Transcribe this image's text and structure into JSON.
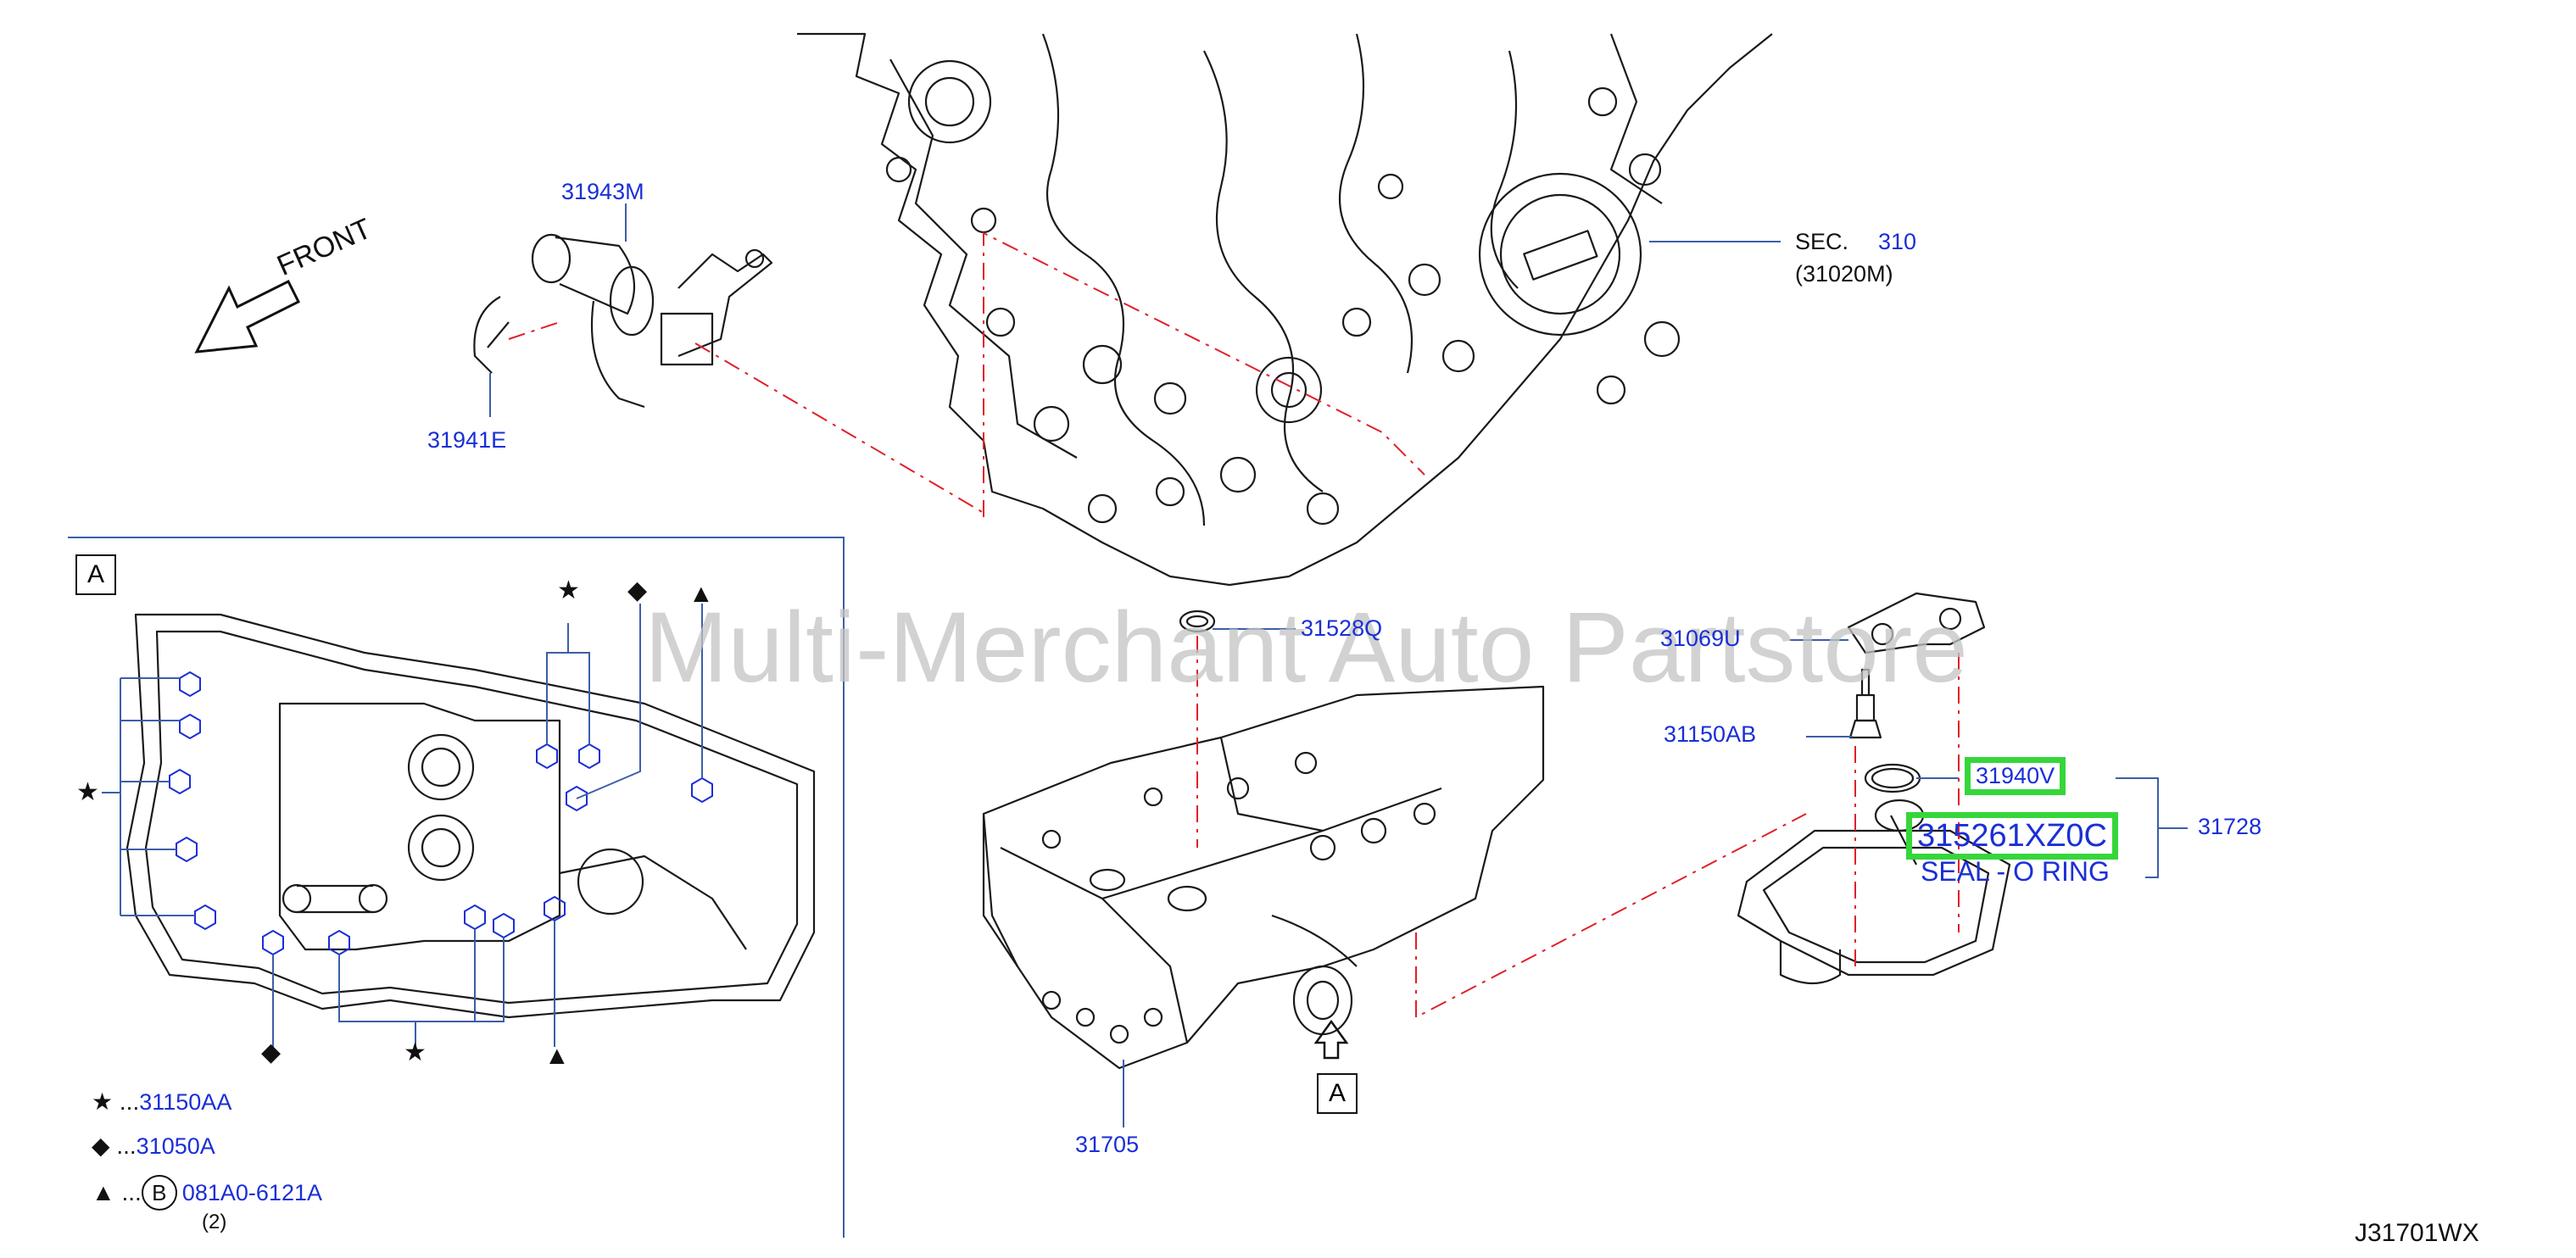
{
  "diagram_code": "J31701WX",
  "watermark": "Multi-Merchant Auto Partstore",
  "front_label": "FRONT",
  "section": {
    "prefix": "SEC.",
    "number": "310",
    "sub": "(31020M)"
  },
  "callouts": {
    "p31943M": "31943M",
    "p31941E": "31941E",
    "p31528Q": "31528Q",
    "p31069U": "31069U",
    "p31150AB": "31150AB",
    "p31940V": "31940V",
    "p315261XZ0C": "315261XZ0C",
    "seal_desc": "SEAL - O RING",
    "p31728": "31728",
    "p31705": "31705"
  },
  "view_a_label": "A",
  "view_arrow_label": "A",
  "legend": [
    {
      "symbol": "★",
      "part": "31150AA"
    },
    {
      "symbol": "◆",
      "part": "31050A"
    },
    {
      "symbol": "▲",
      "circle": "B",
      "part": "081A0-6121A",
      "qty": "(2)"
    }
  ],
  "colors": {
    "part_numbers": "#1a2fd6",
    "highlight": "#36d63b",
    "leader_dash": "#e0202a",
    "box_line": "#3b5fa8",
    "drawing": "#1a1a1a",
    "watermark": "#c4c4c4"
  }
}
